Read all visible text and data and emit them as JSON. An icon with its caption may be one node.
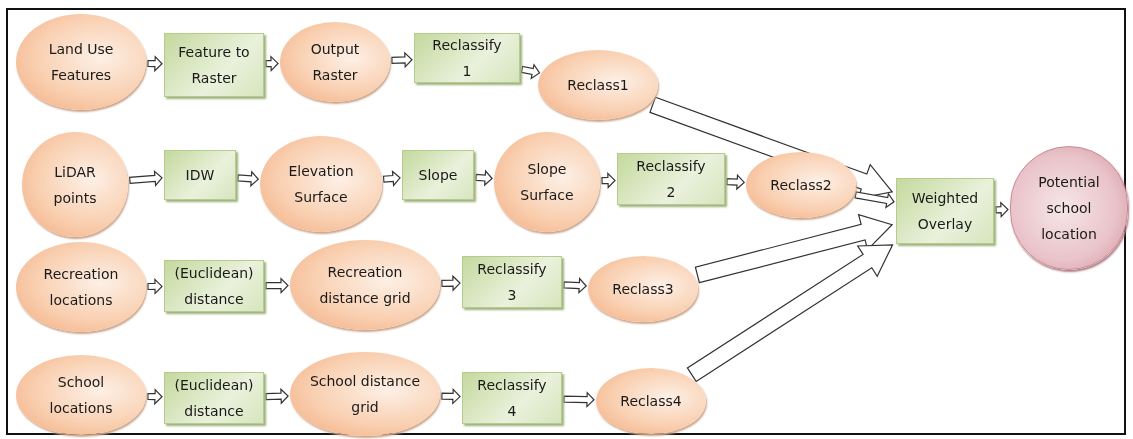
{
  "diagram": {
    "nodes": [
      {
        "text": [
          "Land Use Features"
        ]
      },
      {
        "text": [
          "Feature to Raster"
        ]
      },
      {
        "text": [
          "Output Raster"
        ]
      },
      {
        "text": [
          "Reclassify 1"
        ]
      },
      {
        "text": [
          "Reclass1"
        ]
      },
      {
        "text": [
          "LiDAR points"
        ]
      },
      {
        "text": [
          "IDW"
        ]
      },
      {
        "text": [
          "Elevation Surface"
        ]
      },
      {
        "text": [
          "Slope"
        ]
      },
      {
        "text": [
          "Slope Surface"
        ]
      },
      {
        "text": [
          "Reclassify 2"
        ]
      },
      {
        "text": [
          "Reclass2"
        ]
      },
      {
        "text": [
          "Weighted Overlay"
        ]
      },
      {
        "text": [
          "Potential school location"
        ]
      },
      {
        "text": [
          "Recreation locations"
        ]
      },
      {
        "text": [
          "(Euclidean) distance"
        ]
      },
      {
        "text": [
          "Recreation distance grid"
        ]
      },
      {
        "text": [
          "Reclassify 3"
        ]
      },
      {
        "text": [
          "Reclass3"
        ]
      },
      {
        "text": [
          "School locations"
        ]
      },
      {
        "text": [
          "(Euclidean) distance"
        ]
      },
      {
        "text": [
          "School distance grid"
        ]
      },
      {
        "text": [
          "Reclassify 4"
        ]
      },
      {
        "text": [
          "Reclass4"
        ]
      }
    ],
    "edges": [
      {
        "from": 0,
        "to": 1,
        "arrow": "to"
      },
      {
        "from": 1,
        "to": 2,
        "arrow": "to"
      },
      {
        "from": 2,
        "to": 3,
        "arrow": "to"
      },
      {
        "from": 3,
        "to": 4,
        "arrow": "to"
      },
      {
        "from": 5,
        "to": 6,
        "arrow": "to"
      },
      {
        "from": 6,
        "to": 7,
        "arrow": "to"
      },
      {
        "from": 7,
        "to": 8,
        "arrow": "to"
      },
      {
        "from": 8,
        "to": 9,
        "arrow": "to"
      },
      {
        "from": 9,
        "to": 10,
        "arrow": "to"
      },
      {
        "from": 10,
        "to": 11,
        "arrow": "to"
      },
      {
        "from": 14,
        "to": 15,
        "arrow": "to"
      },
      {
        "from": 15,
        "to": 16,
        "arrow": "to"
      },
      {
        "from": 16,
        "to": 17,
        "arrow": "to"
      },
      {
        "from": 17,
        "to": 18,
        "arrow": "to"
      },
      {
        "from": 19,
        "to": 20,
        "arrow": "to"
      },
      {
        "from": 20,
        "to": 21,
        "arrow": "to"
      },
      {
        "from": 21,
        "to": 22,
        "arrow": "to"
      },
      {
        "from": 22,
        "to": 23,
        "arrow": "to"
      },
      {
        "from": 4,
        "to": 12,
        "arrow": "to",
        "style": "thick"
      },
      {
        "from": 11,
        "to": 12,
        "arrow": "to"
      },
      {
        "from": 18,
        "to": 12,
        "arrow": "to",
        "style": "thick"
      },
      {
        "from": 23,
        "to": 12,
        "arrow": "to",
        "style": "thick"
      },
      {
        "from": 12,
        "to": 13,
        "arrow": "to"
      }
    ]
  }
}
